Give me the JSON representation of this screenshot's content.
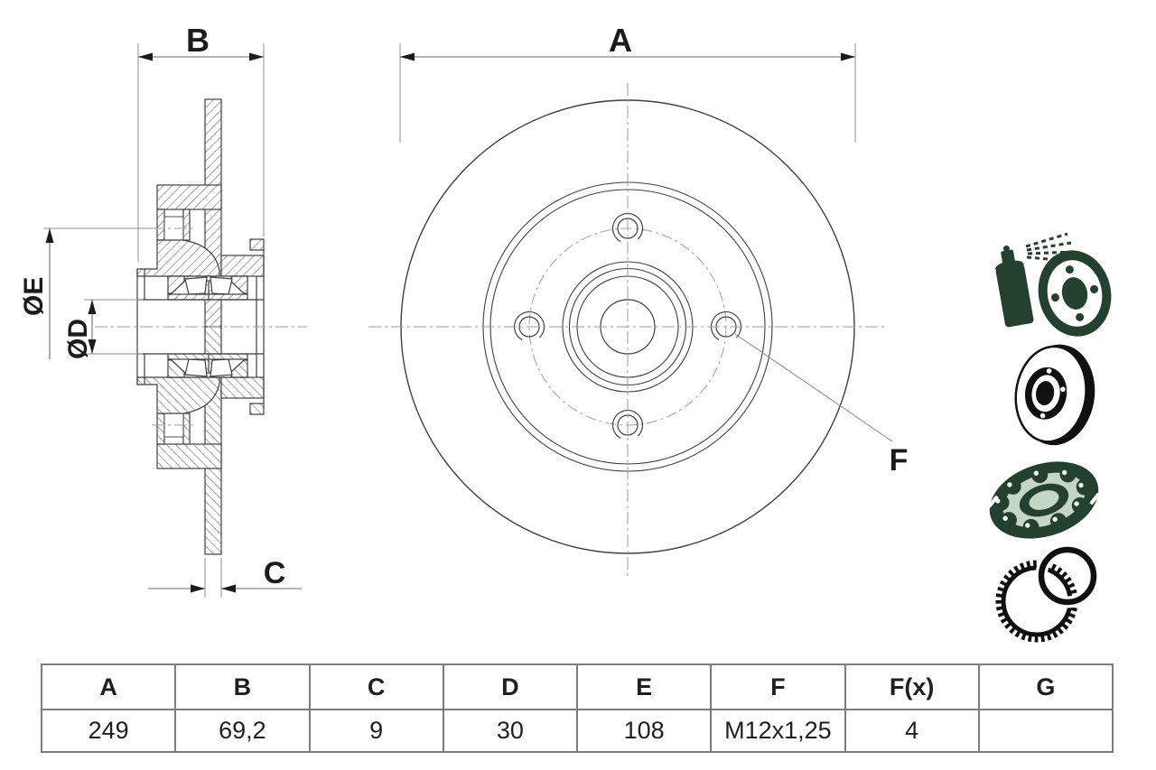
{
  "drawing": {
    "labels": {
      "a": "A",
      "b": "B",
      "c": "C",
      "f": "F",
      "dia_d": "ØD",
      "dia_e": "ØE"
    }
  },
  "table": {
    "headers": [
      "A",
      "B",
      "C",
      "D",
      "E",
      "F",
      "F(x)",
      "G"
    ],
    "values": [
      "249",
      "69,2",
      "9",
      "30",
      "108",
      "M12x1,25",
      "4",
      ""
    ]
  },
  "icons": {
    "spray": "spray-coated-disc-icon",
    "disc": "brake-disc-icon",
    "bearing": "wheel-bearing-icon",
    "abs": "abs-sensor-ring-icon"
  },
  "colors": {
    "outline": "#3f3f3f",
    "centerline": "#9aa2a6",
    "dimension_line": "#9c9c9c",
    "arrow": "#1c1c1c",
    "icon_green": "#24402e",
    "abs_ring_black": "#101010",
    "table_border": "#7d7d7d"
  }
}
